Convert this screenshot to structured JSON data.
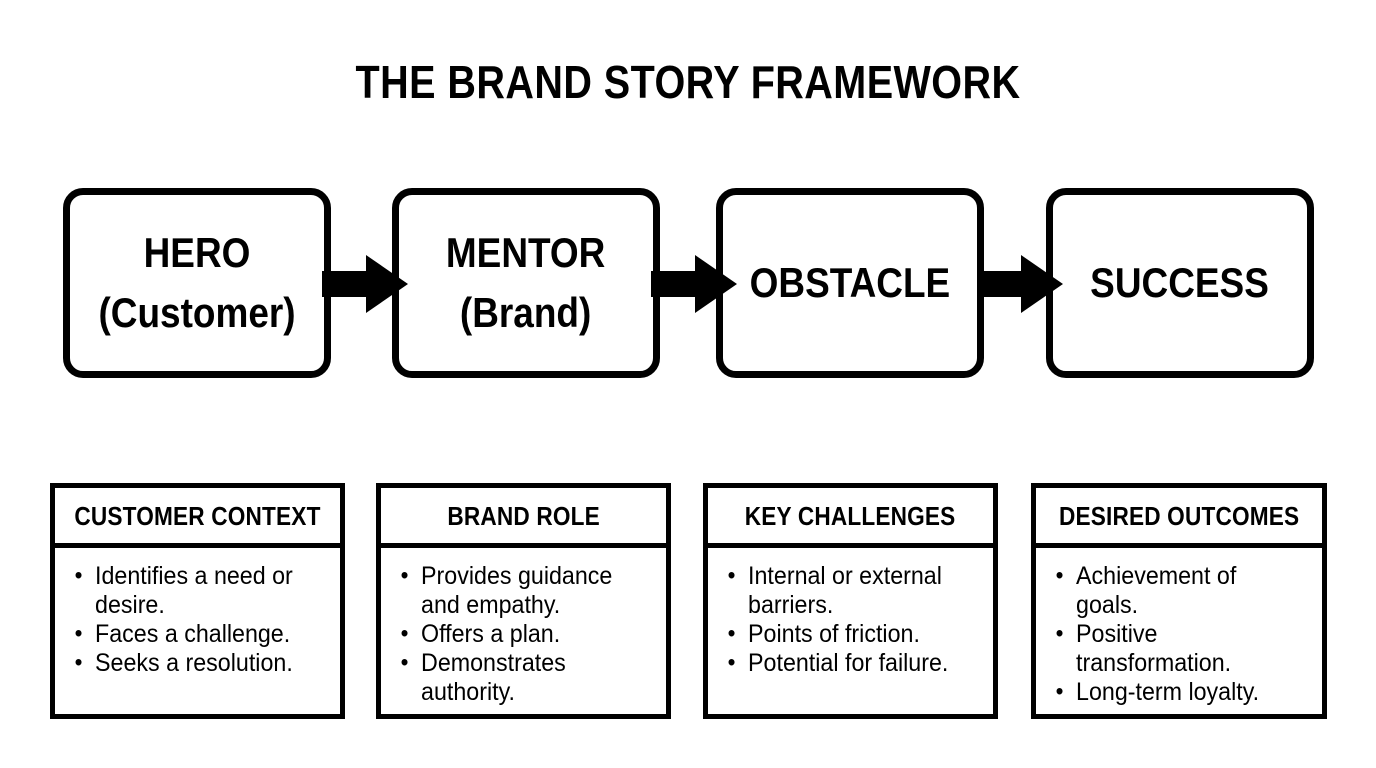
{
  "page": {
    "title": "THE BRAND STORY FRAMEWORK",
    "background_color": "#ffffff",
    "ink_color": "#000000"
  },
  "flow": {
    "arrow_icon": "arrow-right-icon",
    "steps": [
      {
        "label": "HERO",
        "sublabel": "(Customer)"
      },
      {
        "label": "MENTOR",
        "sublabel": "(Brand)"
      },
      {
        "label": "OBSTACLE",
        "sublabel": ""
      },
      {
        "label": "SUCCESS",
        "sublabel": ""
      }
    ]
  },
  "cards": [
    {
      "header": "CUSTOMER CONTEXT",
      "bullets": [
        "Identifies a need or desire.",
        "Faces a challenge.",
        "Seeks a resolution."
      ]
    },
    {
      "header": "BRAND ROLE",
      "bullets": [
        "Provides guidance and empathy.",
        "Offers a plan.",
        "Demonstrates authority."
      ]
    },
    {
      "header": "KEY CHALLENGES",
      "bullets": [
        "Internal or external barriers.",
        "Points of friction.",
        "Potential for failure."
      ]
    },
    {
      "header": "DESIRED OUTCOMES",
      "bullets": [
        "Achievement of goals.",
        "Positive transformation.",
        "Long-term loyalty."
      ]
    }
  ]
}
